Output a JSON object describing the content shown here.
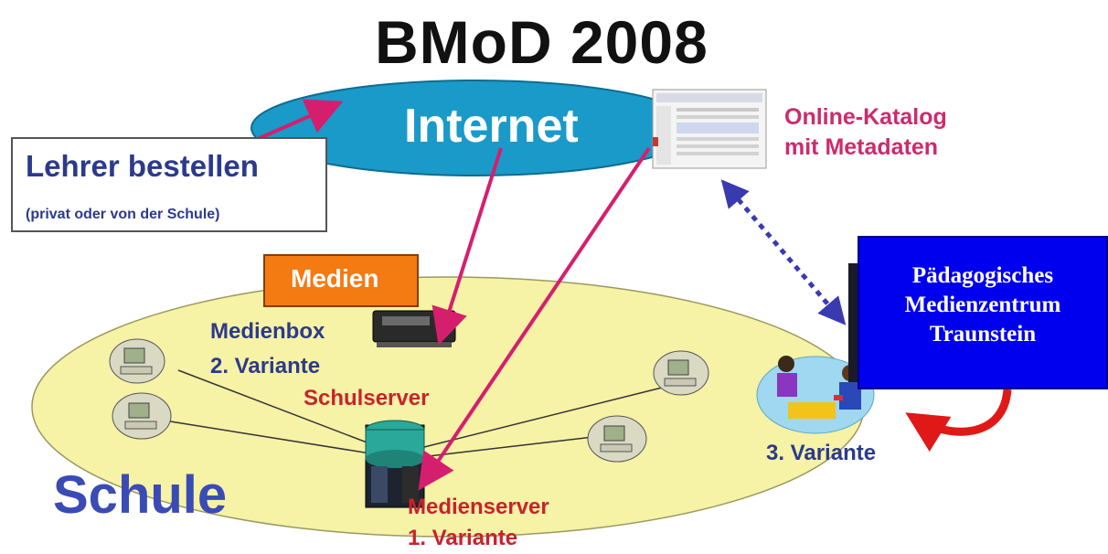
{
  "title": "BMoD 2008",
  "internet": {
    "label": "Internet"
  },
  "katalog": {
    "line1": "Online-Katalog",
    "line2": "mit Metadaten"
  },
  "lehrer": {
    "main": "Lehrer bestellen",
    "sub": "(privat oder von der Schule)"
  },
  "medien": {
    "label": "Medien"
  },
  "medienbox": {
    "line1": "Medienbox",
    "line2": "2. Variante"
  },
  "schulserver": {
    "label": "Schulserver"
  },
  "schule": {
    "label": "Schule"
  },
  "medienserver": {
    "line1": "Medienserver",
    "line2": "1. Variante"
  },
  "variante3": {
    "label": "3. Variante"
  },
  "pmz": {
    "line1": "Pädagogisches",
    "line2": "Medienzentrum",
    "line3": "Traunstein"
  },
  "colors": {
    "internet_ellipse": "#1a9ac8",
    "schule_ellipse": "#f6f2a6",
    "medien_box": "#f47a12",
    "pmz_box": "#0000ee",
    "arrow_magenta": "#d61e6e",
    "arrow_dotted": "#3a3ab0",
    "curved_arrow": "#e01818"
  }
}
